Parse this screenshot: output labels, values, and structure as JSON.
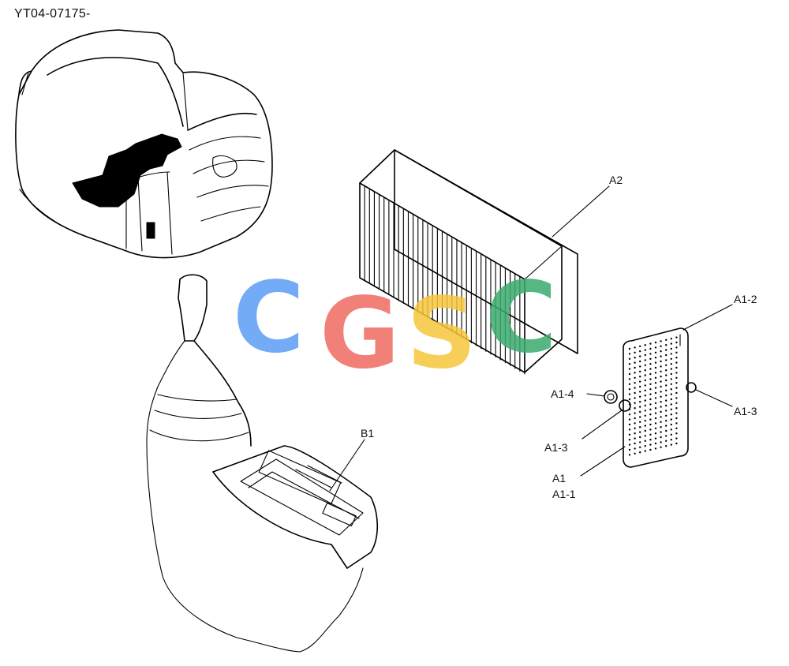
{
  "document_id": "YT04-07175-",
  "watermark": {
    "letters": [
      "C",
      "G",
      "S",
      "C"
    ],
    "colors": [
      "#5b9df5",
      "#ef6a62",
      "#f6c73b",
      "#3aab6e"
    ]
  },
  "callouts": {
    "a2": "A2",
    "a1_2": "A1-2",
    "a1_4": "A1-4",
    "a1_3_left": "A1-3",
    "a1_3_right": "A1-3",
    "a1": "A1",
    "a1_1": "A1-1",
    "b1": "B1"
  }
}
